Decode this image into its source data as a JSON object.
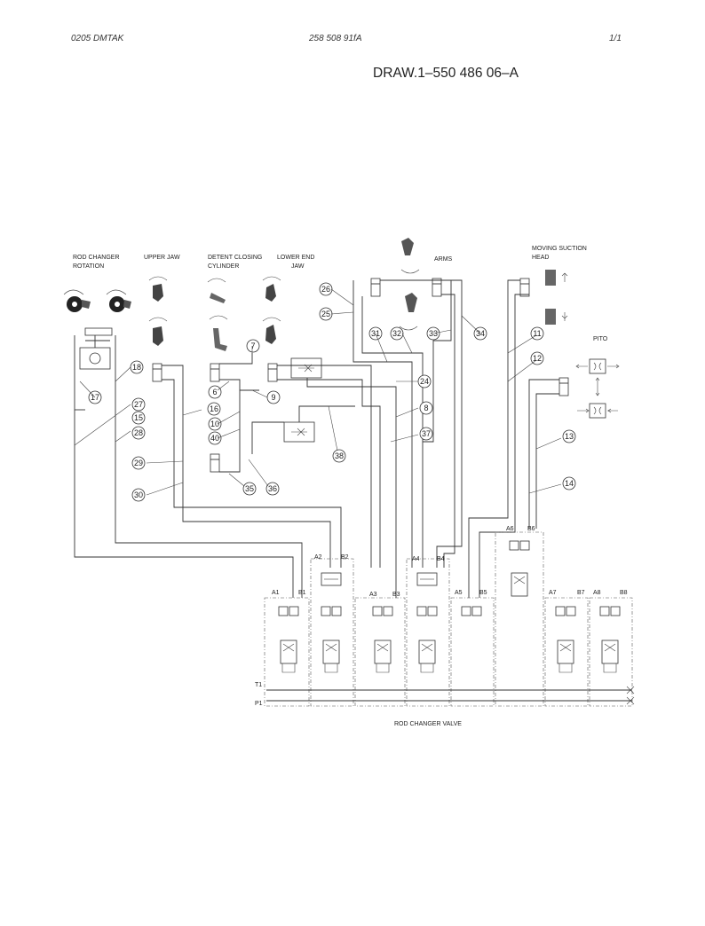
{
  "header": {
    "left": "0205  DMTAK",
    "middle": "258 508 91fA",
    "right": "1/1"
  },
  "drawing_title": "DRAW.1–550 486 06–A",
  "labels": {
    "rod_changer_rotation_1": "ROD CHANGER",
    "rod_changer_rotation_2": "ROTATION",
    "upper_jaw": "UPPER JAW",
    "detent_1": "DETENT CLOSING",
    "detent_2": "CYLINDER",
    "lower_end_1": "LOWER END",
    "lower_end_2": "JAW",
    "arms": "ARMS",
    "moving_1": "MOVING SUCTION",
    "moving_2": "HEAD",
    "pito": "PITO",
    "valve": "ROD CHANGER VALVE",
    "t1": "T1",
    "p1": "P1"
  },
  "port_labels": [
    "A1",
    "B1",
    "A2",
    "B2",
    "A3",
    "B3",
    "A4",
    "B4",
    "A5",
    "B5",
    "A6",
    "B6",
    "A7",
    "B7",
    "A8",
    "B8"
  ],
  "callouts": [
    "26",
    "25",
    "31",
    "32",
    "33",
    "34",
    "11",
    "12",
    "24",
    "8",
    "37",
    "13",
    "14",
    "18",
    "17",
    "27",
    "15",
    "28",
    "16",
    "29",
    "30",
    "7",
    "6",
    "9",
    "10",
    "40",
    "38",
    "35",
    "36"
  ]
}
